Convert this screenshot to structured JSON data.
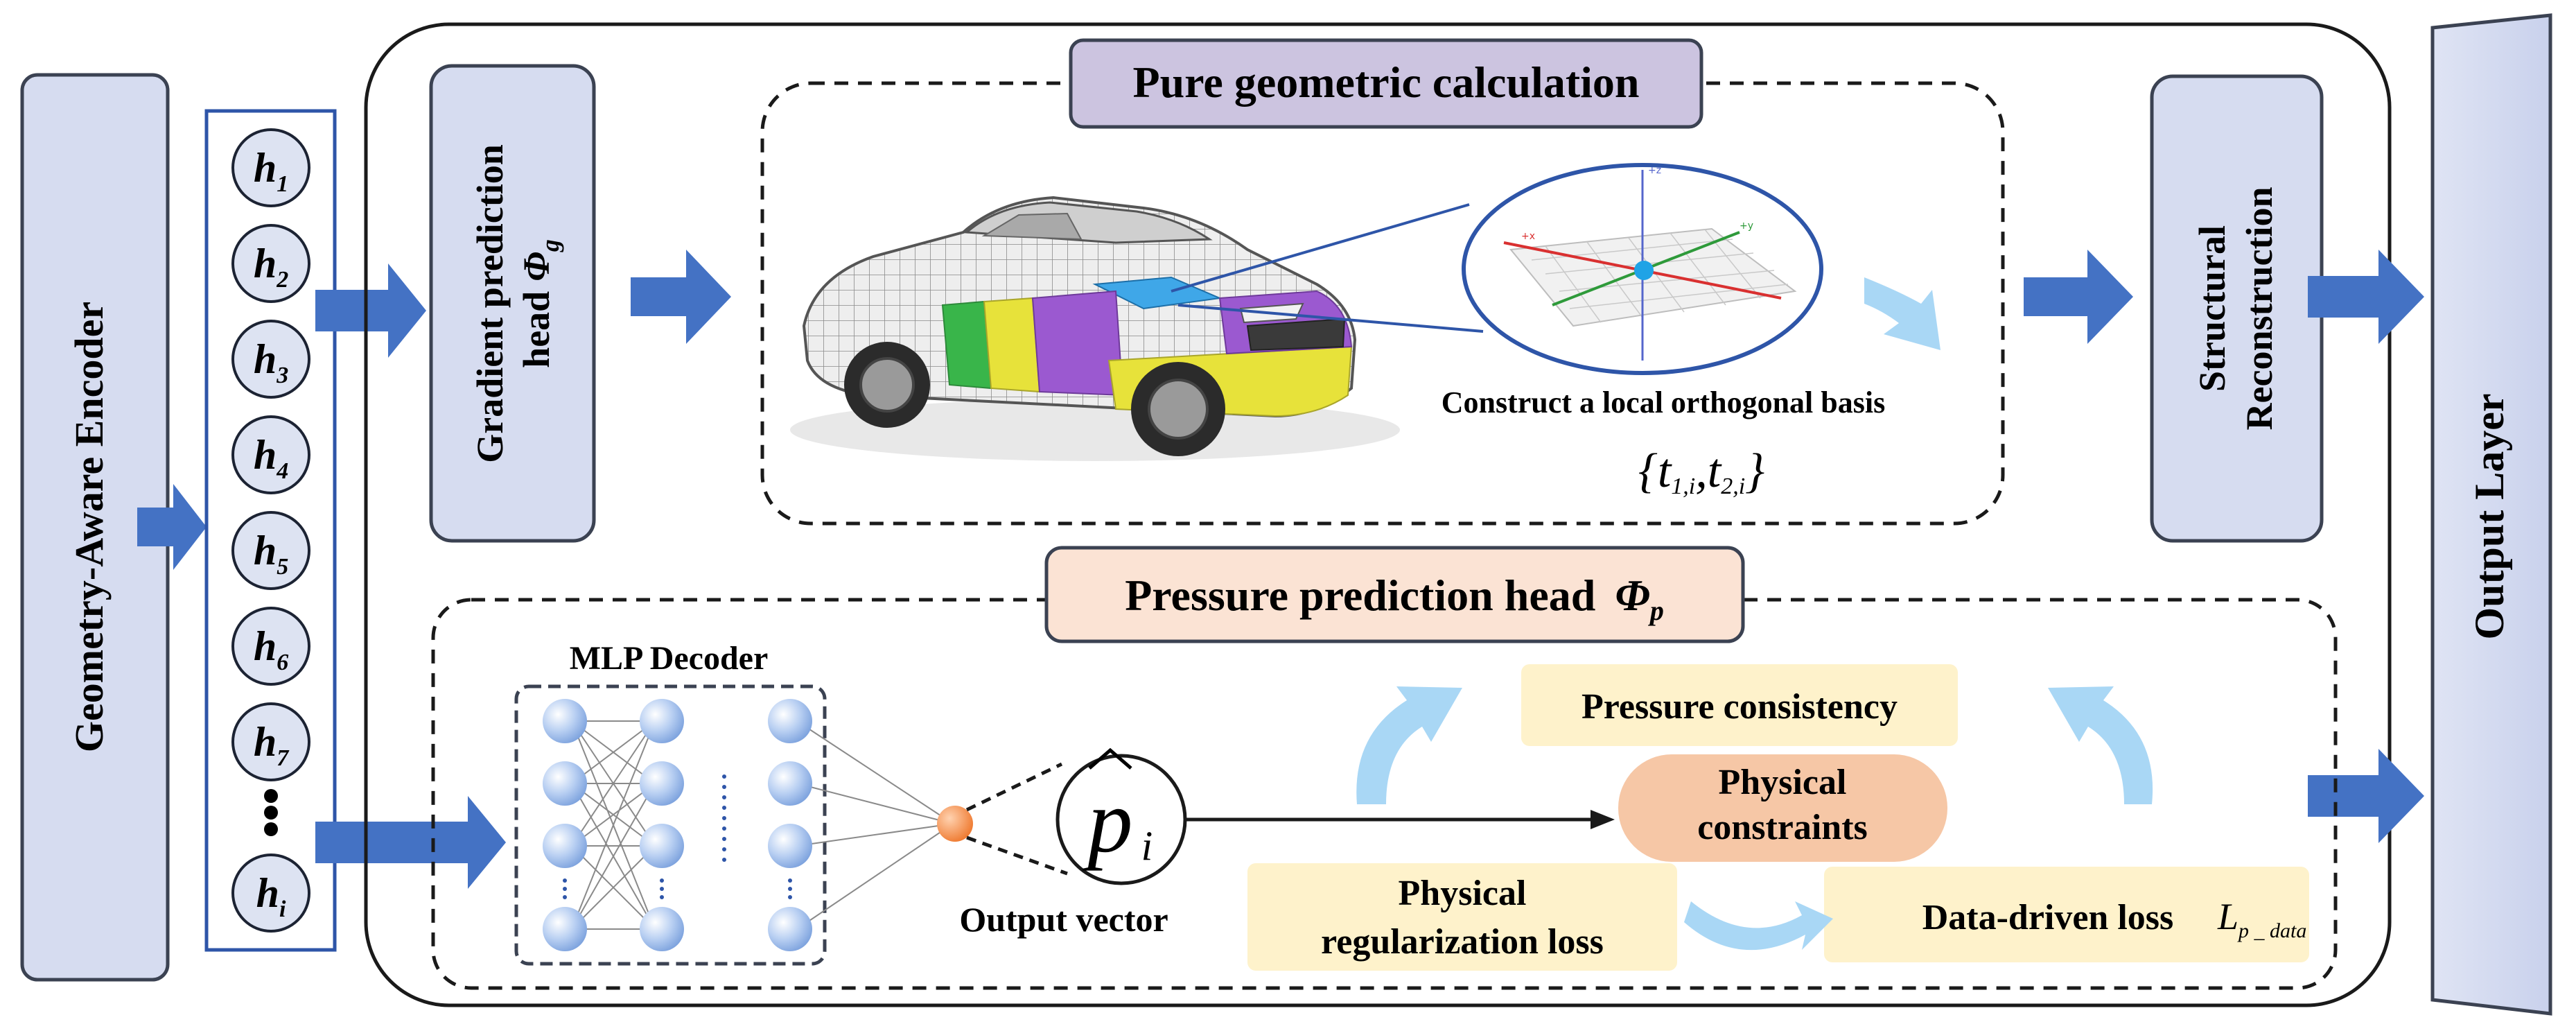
{
  "encoder": {
    "label": "Geometry-Aware Encoder"
  },
  "hidden_states": {
    "symbol": "h",
    "subscripts": [
      "1",
      "2",
      "3",
      "4",
      "5",
      "6",
      "7",
      "i"
    ],
    "ellipsis": "●●●"
  },
  "gradient_head": {
    "line1": "Gradient prediction",
    "line2": "head",
    "symbol": "Φ",
    "subscript": "g"
  },
  "geometric": {
    "title": "Pure geometric calculation",
    "caption": "Construct a local orthogonal basis",
    "basis": {
      "t1": "t",
      "t1_sub": "1,i",
      "sep": ",",
      "t2": "t",
      "t2_sub": "2,i"
    },
    "axis_labels": {
      "z": "+z",
      "y": "+y",
      "x": "+x"
    }
  },
  "structural": {
    "line1": "Structural",
    "line2": "Reconstruction"
  },
  "output_layer": {
    "label": "Output Layer"
  },
  "pressure_head": {
    "label": "Pressure prediction head",
    "symbol": "Φ",
    "subscript": "p"
  },
  "mlp": {
    "label": "MLP Decoder"
  },
  "output_vector": {
    "label": "Output vector",
    "symbol": "p",
    "subscript": "i"
  },
  "losses": {
    "pressure_consistency": "Pressure consistency",
    "physical_constraints_1": "Physical",
    "physical_constraints_2": "constraints",
    "physical_reg_1": "Physical",
    "physical_reg_2": "regularization loss",
    "data_driven": "Data-driven loss",
    "data_driven_symbol": "L",
    "data_driven_sub": "p _ data"
  },
  "colors": {
    "arrow_blue": "#4472c4",
    "panel_fill": "#d6dcf0",
    "panel_stroke": "#3b4252",
    "title_purple": "#ccc4e0",
    "pressure_fill": "#fbe3d4",
    "loss_yellow": "#fef2cb",
    "constraint_orange": "#f6c7a6",
    "curved_arrow": "#a9d7f5",
    "node_blue": "#8fb4ea",
    "orange_node": "#f2813a"
  }
}
